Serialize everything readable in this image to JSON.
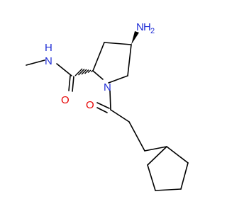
{
  "molecule": {
    "colors": {
      "carbon": "#000000",
      "nitrogen": "#1f2dd6",
      "oxygen": "#e60000"
    },
    "atom_labels": {
      "amine_n": "N",
      "amine_h2": "H",
      "amine_sub2": "2",
      "amide_h": "H",
      "amide_n": "N",
      "ring_n": "N",
      "amide_o": "O",
      "ketone_o": "O"
    },
    "stereo": {
      "c4_amino": "wedge",
      "c2_carboxamide": "hash"
    }
  }
}
